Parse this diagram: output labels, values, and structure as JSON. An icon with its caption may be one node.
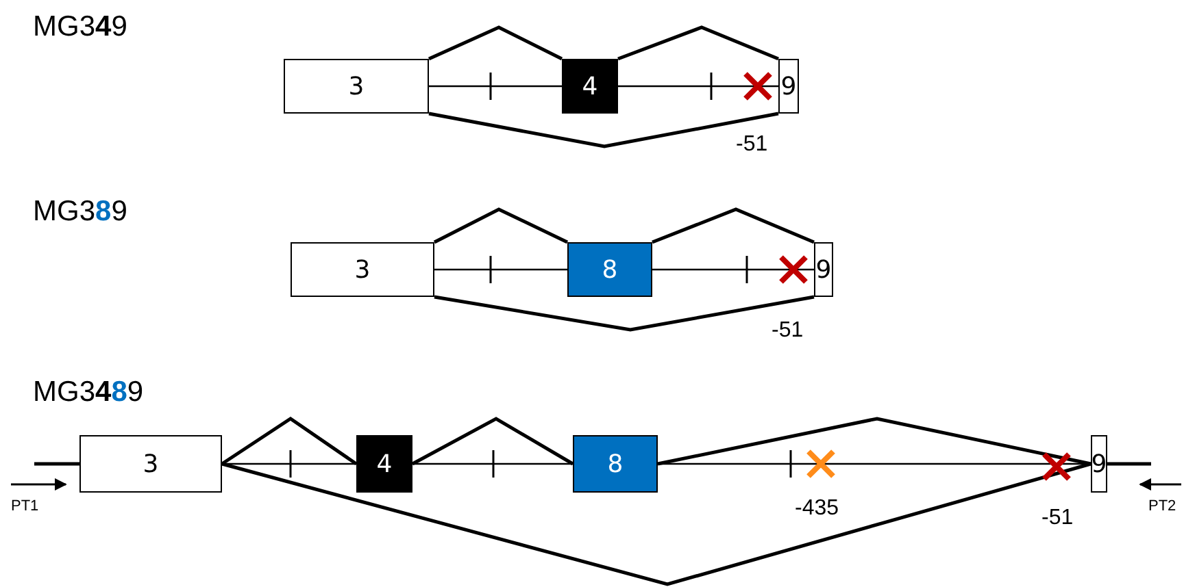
{
  "diagram": {
    "nodes": [
      {
        "text": [
          "3"
        ]
      },
      {
        "text": [
          "4"
        ]
      },
      {
        "text": [
          "9"
        ]
      },
      {
        "text": [
          "3"
        ]
      },
      {
        "text": [
          "8"
        ]
      },
      {
        "text": [
          "9"
        ]
      },
      {
        "text": [
          "3"
        ]
      },
      {
        "text": [
          "4"
        ]
      },
      {
        "text": [
          "8"
        ]
      },
      {
        "text": [
          "9"
        ]
      }
    ],
    "edges": [
      {
        "from": 0,
        "to": 1,
        "arrow": "none"
      },
      {
        "from": 1,
        "to": 2,
        "arrow": "none"
      },
      {
        "from": 0,
        "to": 1,
        "arrow": "none"
      },
      {
        "from": 1,
        "to": 2,
        "arrow": "none"
      },
      {
        "from": 0,
        "to": 2,
        "arrow": "none"
      },
      {
        "from": 3,
        "to": 4,
        "arrow": "none"
      },
      {
        "from": 4,
        "to": 5,
        "arrow": "none"
      },
      {
        "from": 3,
        "to": 4,
        "arrow": "none"
      },
      {
        "from": 4,
        "to": 5,
        "arrow": "none"
      },
      {
        "from": 3,
        "to": 5,
        "arrow": "none"
      },
      {
        "from": 6,
        "to": 7,
        "arrow": "none"
      },
      {
        "from": 7,
        "to": 8,
        "arrow": "none"
      },
      {
        "from": 8,
        "to": 9,
        "arrow": "none"
      },
      {
        "from": 6,
        "to": 7,
        "arrow": "none"
      },
      {
        "from": 7,
        "to": 8,
        "arrow": "none"
      },
      {
        "from": 8,
        "to": 9,
        "arrow": "none"
      },
      {
        "from": 6,
        "to": 9,
        "arrow": "none"
      }
    ],
    "labels": [
      "MG3**4**9",
      "-51",
      "MG3**8**9",
      "-51",
      "MG3**4****8**9",
      "-435",
      "-51",
      "PT1",
      "PT2"
    ]
  }
}
